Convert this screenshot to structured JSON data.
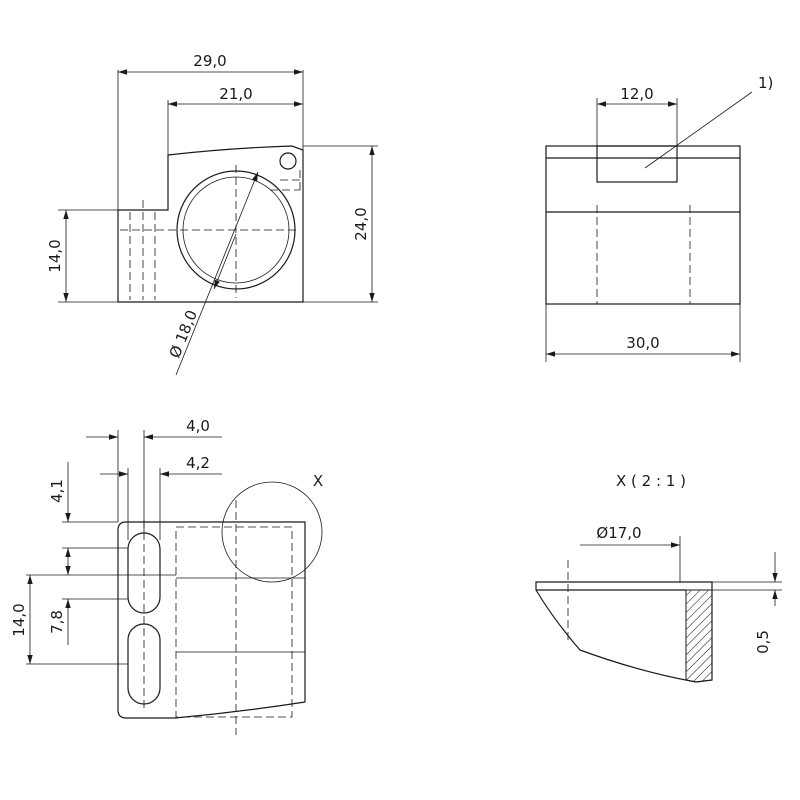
{
  "views": {
    "top_left": {
      "dim_29": "29,0",
      "dim_21": "21,0",
      "dim_24": "24,0",
      "dim_14": "14,0",
      "dim_dia18": "Ø 18,0"
    },
    "top_right": {
      "dim_12": "12,0",
      "note_ref": "1)",
      "dim_30": "30,0"
    },
    "bottom_left": {
      "dim_4_0": "4,0",
      "dim_4_2": "4,2",
      "dim_4_1": "4,1",
      "dim_7_8": "7,8",
      "dim_14": "14,0",
      "detail_marker": "X"
    },
    "detail_x": {
      "title": "X ( 2 : 1 )",
      "dim_dia17": "Ø17,0",
      "dim_0_5": "0,5"
    }
  }
}
